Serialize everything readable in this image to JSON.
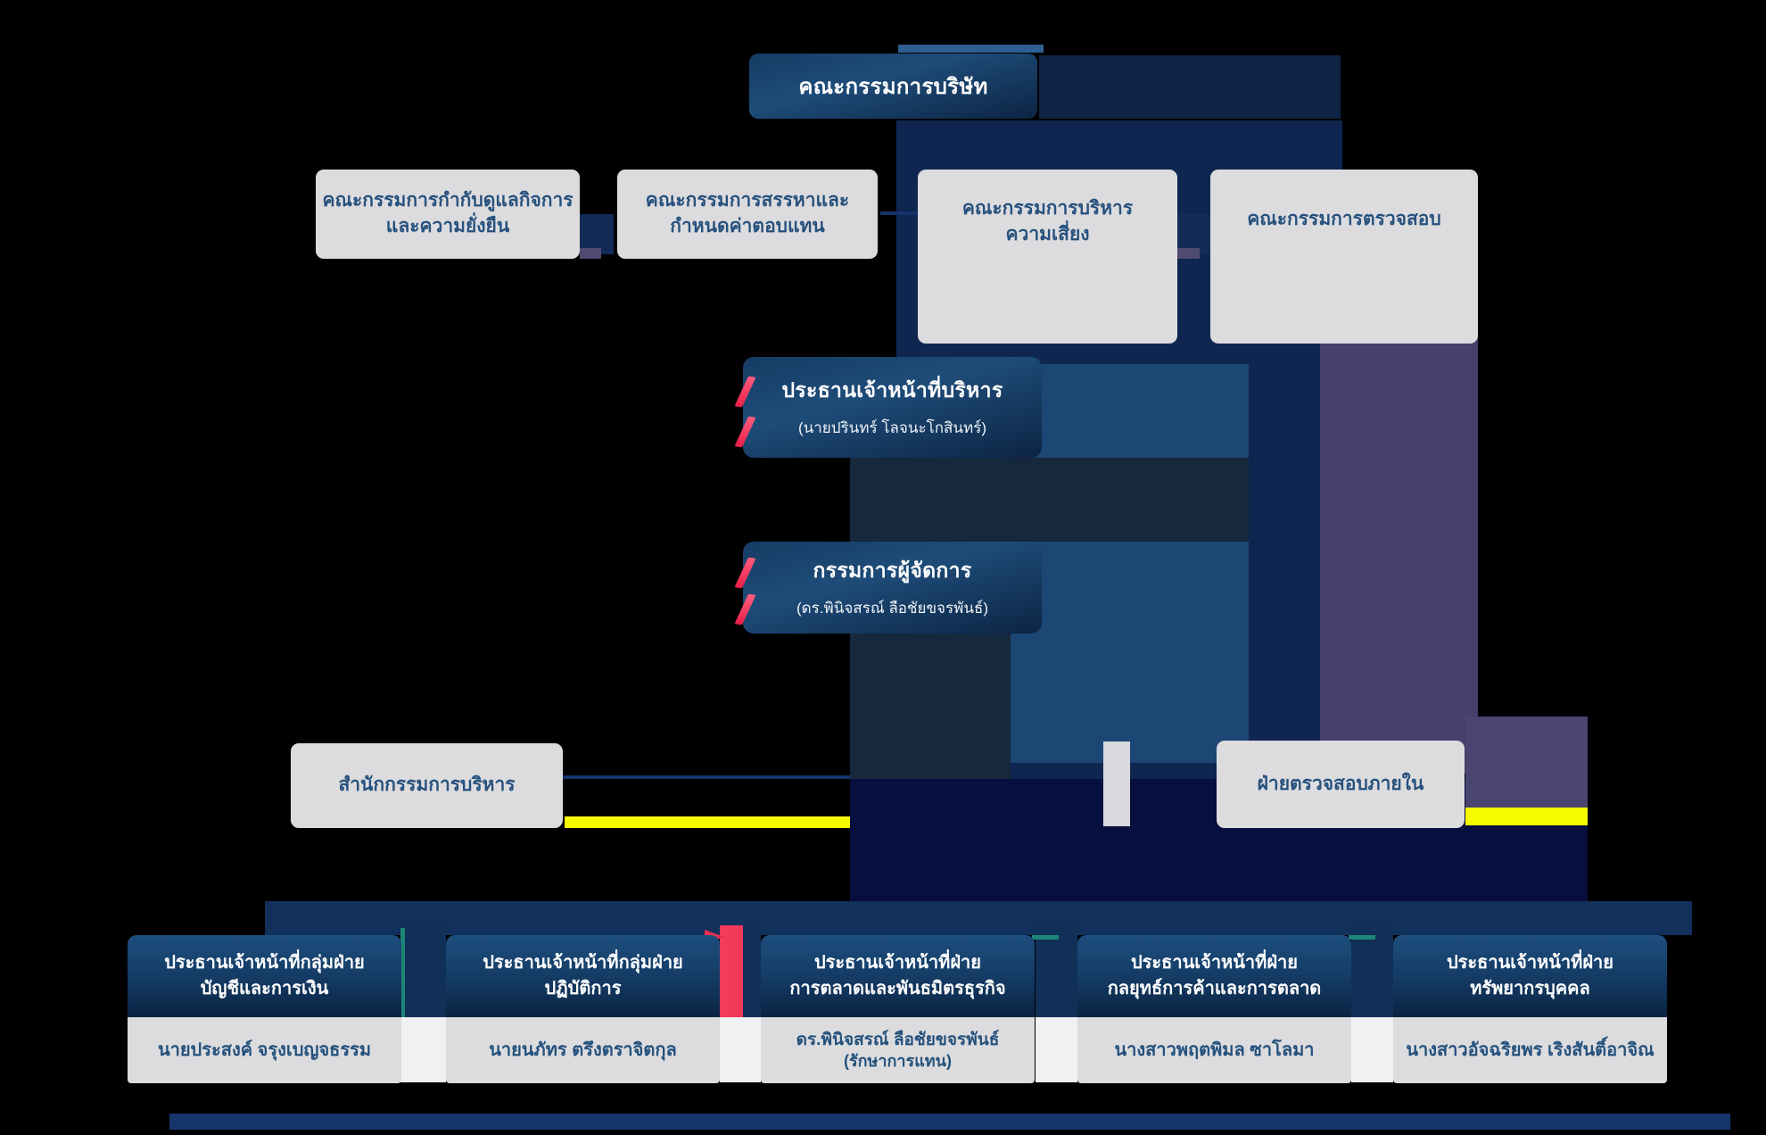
{
  "colors": {
    "background": "#000000",
    "box_gray": "#dcdcdf",
    "gray_box_text": "#27517d",
    "navy_block": "#0e2650",
    "blue_mid_block": "#1c4673",
    "slate_block": "#16283c",
    "dark_lower_block": "#070f3e",
    "purple_block": "#46406a",
    "yellow_accent": "#f8fb00",
    "red_accent": "#f23a5b",
    "teal_accent": "#1e8577",
    "band": "#12305c"
  },
  "org": {
    "board": {
      "label": "คณะกรรมการบริษัท"
    },
    "committees": [
      {
        "line1": "คณะกรรมการกำกับดูแลกิจการ",
        "line2": "และความยั่งยืน"
      },
      {
        "line1": "คณะกรรมการสรรหาและ",
        "line2": "กำหนดค่าตอบแทน"
      },
      {
        "line1": "คณะกรรมการบริหาร",
        "line2": "ความเสี่ยง"
      },
      {
        "line1": "คณะกรรมการตรวจสอบ",
        "line2": ""
      }
    ],
    "ceo": {
      "title": "ประธานเจ้าหน้าที่บริหาร",
      "name": "(นายปรินทร์ โลจนะโกสินทร์)"
    },
    "md": {
      "title": "กรรมการผู้จัดการ",
      "name": "(ดร.พินิจสรณ์ ลือชัยขจรพันธ์)"
    },
    "offices": [
      {
        "label": "สำนักกรรมการบริหาร"
      },
      {
        "label": "ฝ่ายตรวจสอบภายใน"
      }
    ],
    "executives": [
      {
        "title1": "ประธานเจ้าหน้าที่กลุ่มฝ่าย",
        "title2": "บัญชีและการเงิน",
        "name": "นายประสงค์ จรุงเบญจธรรม",
        "note": ""
      },
      {
        "title1": "ประธานเจ้าหน้าที่กลุ่มฝ่าย",
        "title2": "ปฏิบัติการ",
        "name": "นายนภัทร ตรึงตราจิตกุล",
        "note": ""
      },
      {
        "title1": "ประธานเจ้าหน้าที่ฝ่าย",
        "title2": "การตลาดและพันธมิตรธุรกิจ",
        "name": "ดร.พินิจสรณ์ ลือชัยขจรพันธ์",
        "note": "(รักษาการแทน)"
      },
      {
        "title1": "ประธานเจ้าหน้าที่ฝ่าย",
        "title2": "กลยุทธ์การค้าและการตลาด",
        "name": "นางสาวพฤตพิมล ซาโลมา",
        "note": ""
      },
      {
        "title1": "ประธานเจ้าหน้าที่ฝ่าย",
        "title2": "ทรัพยากรบุคคล",
        "name": "นางสาวอัจฉริยพร เริงสันติ์อาจิณ",
        "note": ""
      }
    ]
  }
}
